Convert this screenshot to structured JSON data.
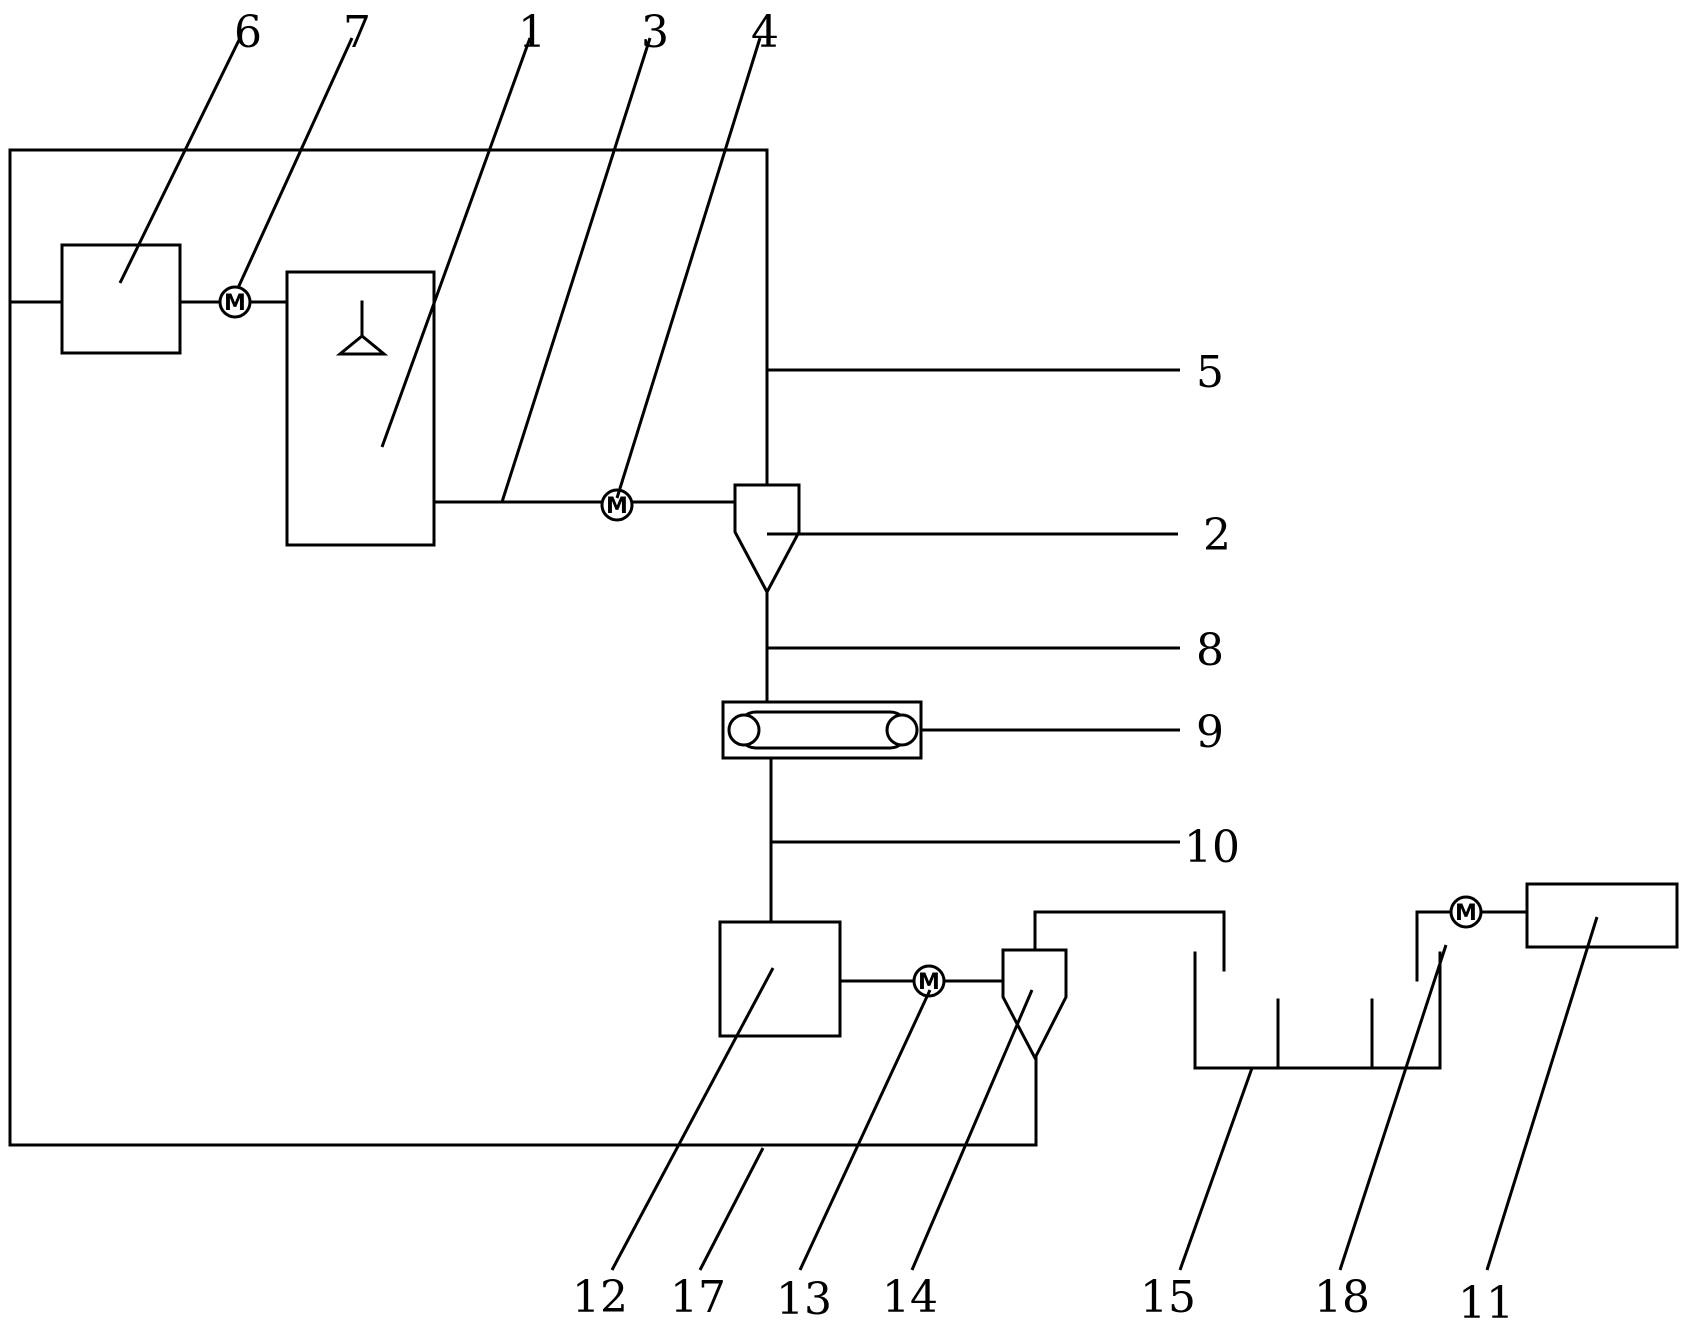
{
  "pump_symbol": "M",
  "labels": {
    "n1": "1",
    "n2": "2",
    "n3": "3",
    "n4": "4",
    "n5": "5",
    "n6": "6",
    "n7": "7",
    "n8": "8",
    "n9": "9",
    "n10": "10",
    "n11": "11",
    "n12": "12",
    "n13": "13",
    "n14": "14",
    "n15": "15",
    "n17": "17",
    "n18": "18"
  }
}
